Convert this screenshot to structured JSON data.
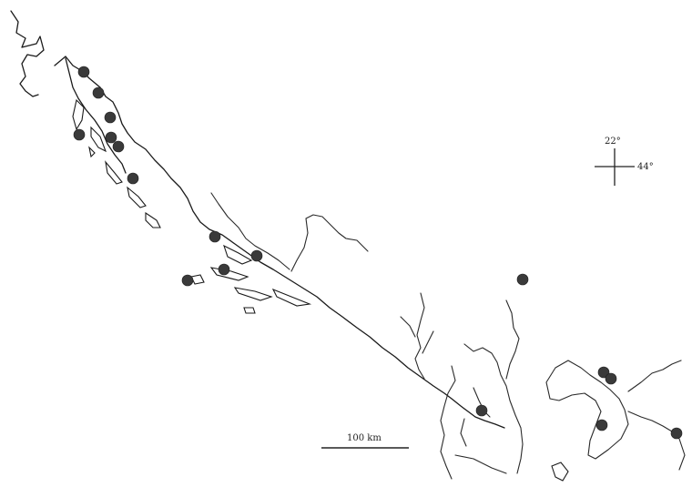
{
  "scale_bar": {
    "label": "100 km"
  },
  "graticule": {
    "longitude_label": "22°",
    "latitude_label": "44°"
  },
  "sites_count_note": "",
  "colors": {
    "coast": "#1a1a1a",
    "site": "#3a3a3a"
  }
}
